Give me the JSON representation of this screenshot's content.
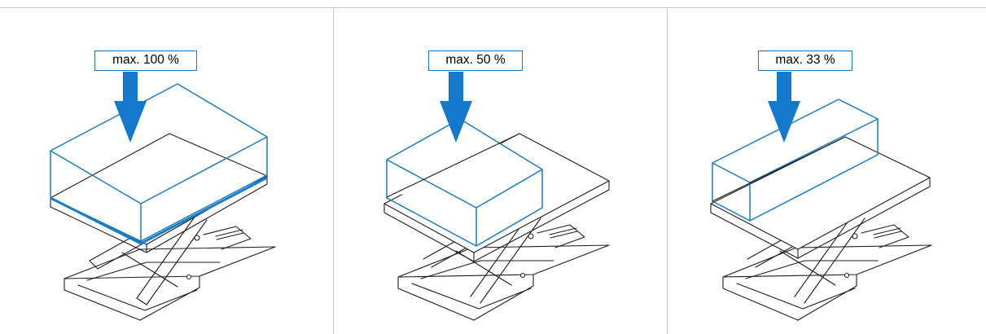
{
  "colors": {
    "accent_blue": "#1478cd",
    "box_outline": "#1a7cc4",
    "line_black": "#1e1e1e",
    "divider_grey": "#c8c8c8"
  },
  "panels": [
    {
      "label": "max. 100 %",
      "load_percent": 100
    },
    {
      "label": "max. 50 %",
      "load_percent": 50
    },
    {
      "label": "max. 33 %",
      "load_percent": 33
    }
  ]
}
